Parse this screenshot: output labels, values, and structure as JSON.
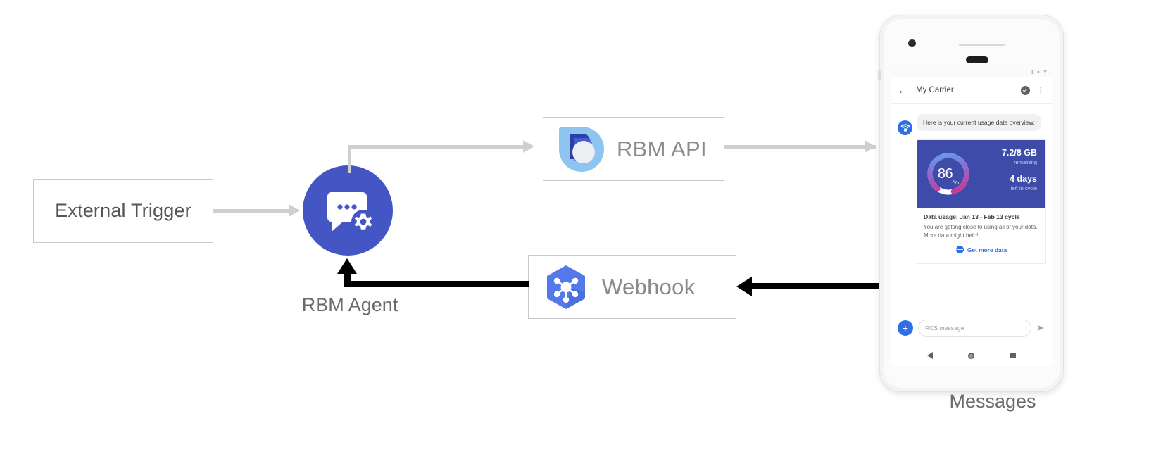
{
  "diagram": {
    "nodes": {
      "external_trigger": {
        "label": "External Trigger"
      },
      "rbm_agent": {
        "label": "RBM Agent",
        "icon": "chat-gear-icon",
        "color": "#4456c4"
      },
      "rbm_api": {
        "label": "RBM API",
        "icon": "rbm-droplet-icon"
      },
      "webhook": {
        "label": "Webhook",
        "icon": "cloud-functions-hexagon-icon"
      },
      "device": {
        "label": "Messages"
      }
    },
    "edges": [
      {
        "from": "External Trigger",
        "to": "RBM Agent",
        "style": "gray"
      },
      {
        "from": "RBM Agent",
        "to": "RBM API",
        "style": "gray"
      },
      {
        "from": "RBM API",
        "to": "Messages",
        "style": "gray"
      },
      {
        "from": "Messages",
        "to": "Webhook",
        "style": "black"
      },
      {
        "from": "Webhook",
        "to": "RBM Agent",
        "style": "black"
      }
    ]
  },
  "phone": {
    "statusbar": {
      "icons": [
        "signal-icon",
        "wifi-icon",
        "battery-icon"
      ]
    },
    "appbar": {
      "back_icon": "arrow-left-icon",
      "title": "My Carrier",
      "verified_icon": "verified-shield-icon",
      "menu_icon": "overflow-menu-icon"
    },
    "conversation": {
      "avatar_icon": "carrier-wifi-avatar-icon",
      "message": "Here is your current usage data overview:",
      "card": {
        "gauge": {
          "value": "86",
          "unit": "%"
        },
        "data_amount": "7.2/8 GB",
        "data_amount_sub": "remaining",
        "days": "4 days",
        "days_sub": "left in cycle",
        "title": "Data usage: Jan 13 - Feb 13 cycle",
        "text": "You are getting close to using all of your data. More data might help!",
        "action_icon": "globe-icon",
        "action_label": "Get more data"
      }
    },
    "composer": {
      "plus_label": "+",
      "placeholder": "RCS message",
      "send_icon": "send-icon"
    },
    "navbar": {
      "back_icon": "nav-back-triangle-icon",
      "home_icon": "nav-home-circle-icon",
      "recents_icon": "nav-recents-square-icon"
    }
  }
}
